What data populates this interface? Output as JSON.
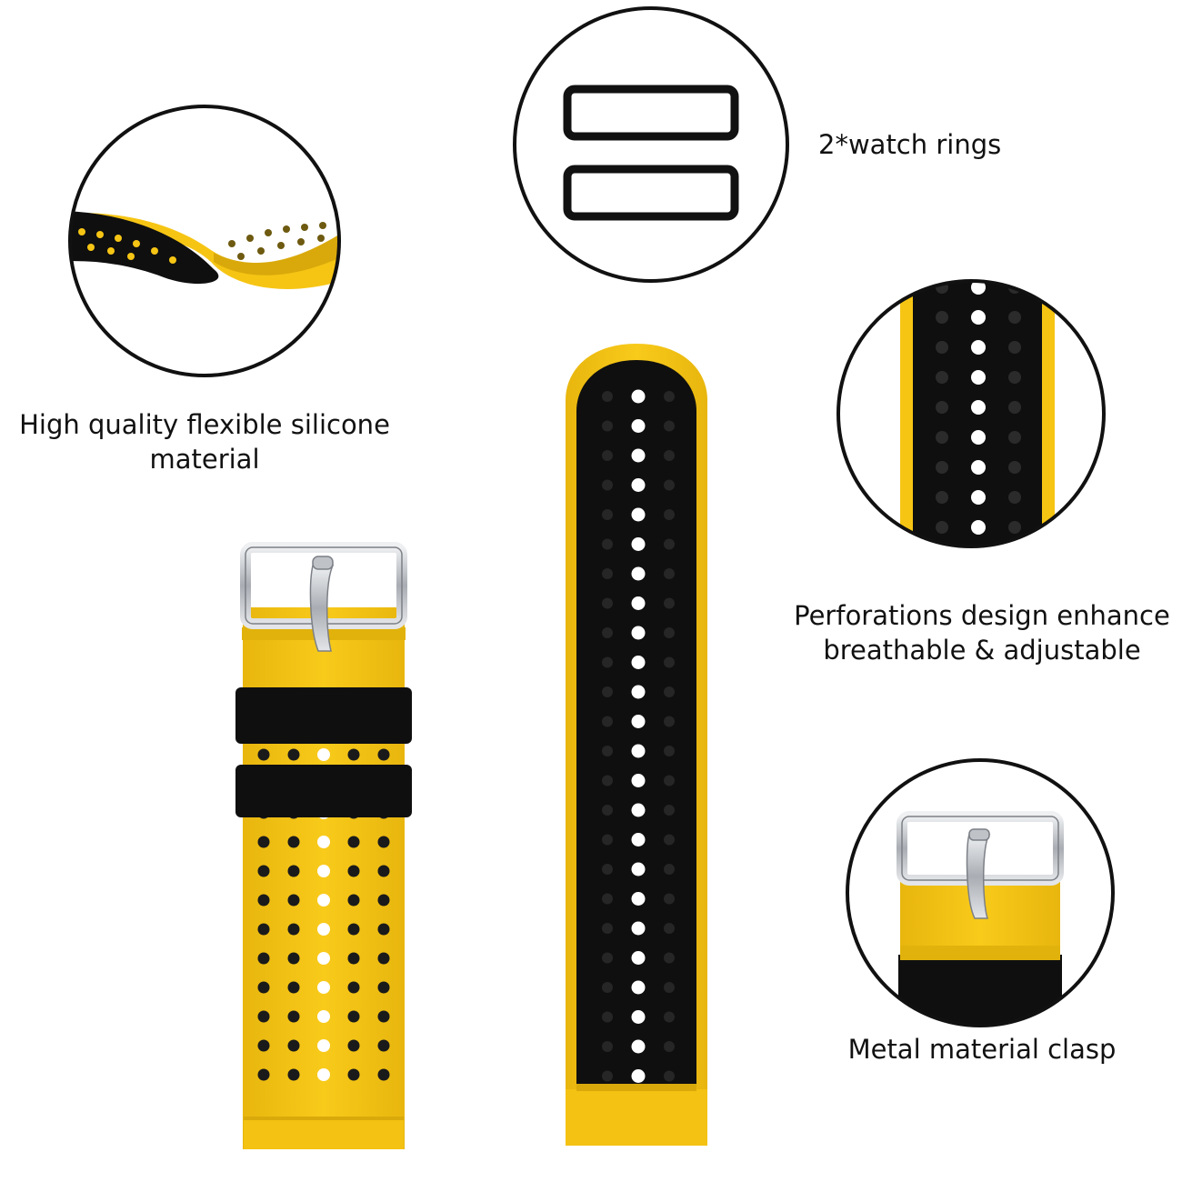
{
  "captions": {
    "silicone": [
      "High quality flexible silicone",
      "material"
    ],
    "rings": "2*watch rings",
    "perforations": [
      "Perforations design enhance",
      "breathable & adjustable"
    ],
    "clasp": "Metal material clasp"
  },
  "colors": {
    "yellow": "#f6c514",
    "yellow_shade": "#e2b20c",
    "black": "#0f0f0f",
    "steel": "#c9ccd0",
    "steel_dark": "#7c8086",
    "hole_on_black": "#ffffff",
    "hole_on_yellow": "#1a1a1a"
  },
  "icons": {
    "silicone_detail": "twisted-strap-icon",
    "rings_detail": "strap-loop-rings-icon",
    "perforation_detail": "perforated-strap-icon",
    "clasp_detail": "metal-buckle-icon",
    "long_strap": "long-band-icon",
    "buckle_strap": "buckle-band-icon"
  }
}
